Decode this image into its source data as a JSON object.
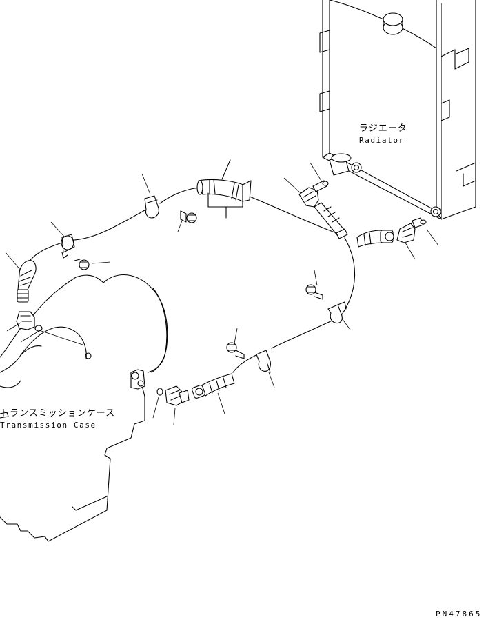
{
  "diagram": {
    "labels": {
      "radiator_ja": "ラジエータ",
      "radiator_en": "Radiator",
      "transmission_ja": "トランスミッションケース",
      "transmission_en": "Transmission Case",
      "part_number": "PN47865"
    }
  }
}
